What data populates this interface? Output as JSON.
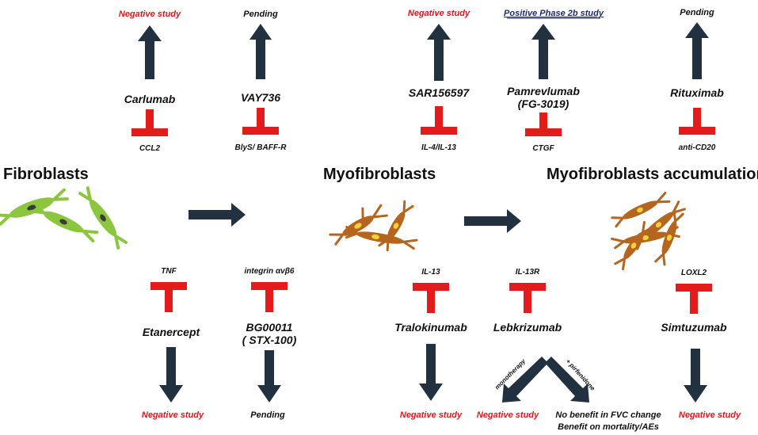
{
  "colors": {
    "negative": "#e0141b",
    "pending": "#111111",
    "positive": "#1f2b6b",
    "arrow": "#22313f",
    "inhibit": "#e31b1b",
    "fibroblast_cell": "#8cc63f",
    "myofibroblast_cell": "#b5651d"
  },
  "stages": {
    "fibroblasts": "Fibroblasts",
    "myofibroblasts": "Myofibroblasts",
    "accumulation": "Myofibroblasts accumulation"
  },
  "top": {
    "carlumab": {
      "outcome": "Negative study",
      "drug": "Carlumab",
      "target": "CCL2"
    },
    "vay736": {
      "outcome": "Pending",
      "drug": "VAY736",
      "target": "BlyS/ BAFF-R"
    },
    "sar156597": {
      "outcome": "Negative study",
      "drug": "SAR156597",
      "target": "IL-4/IL-13"
    },
    "pamrevlumab": {
      "outcome": "Positive Phase 2b study",
      "drug_line1": "Pamrevlumab",
      "drug_line2": "(FG-3019)",
      "target": "CTGF"
    },
    "rituximab": {
      "outcome": "Pending",
      "drug": "Rituximab",
      "target": "anti-CD20"
    }
  },
  "bottom": {
    "etanercept": {
      "target": "TNF",
      "drug": "Etanercept",
      "outcome": "Negative study"
    },
    "bg00011": {
      "target": "integrin αvβ6",
      "drug_line1": "BG00011",
      "drug_line2": "( STX-100)",
      "outcome": "Pending"
    },
    "tralokinumab": {
      "target": "IL-13",
      "drug": "Tralokinumab",
      "outcome": "Negative study"
    },
    "lebkrizumab": {
      "target": "IL-13R",
      "drug": "Lebkrizumab",
      "branch_mono": "monotherapy",
      "branch_pirf": "+ pirfenidone",
      "outcome_mono": "Negative study",
      "outcome_pirf_line1": "No benefit in FVC change",
      "outcome_pirf_line2": "Benefit on mortality/AEs"
    },
    "simtuzumab": {
      "target": "LOXL2",
      "drug": "Simtuzumab",
      "outcome": "Negative study"
    }
  }
}
